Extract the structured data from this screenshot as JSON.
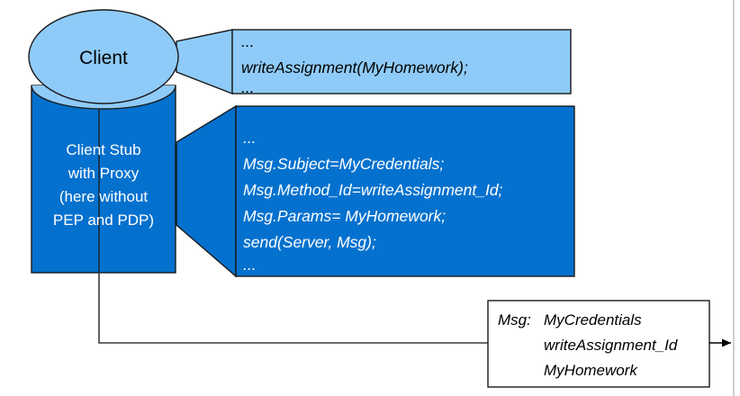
{
  "diagram": {
    "title": "Client stub with proxy RPC message flow",
    "colors": {
      "light_blue": "#8fcbf8",
      "dark_blue": "#0571ce",
      "outline": "#1a1a1a",
      "white": "#ffffff",
      "black": "#000000"
    },
    "client_node": {
      "label": "Client",
      "shape": "ellipse"
    },
    "stub_node": {
      "shape": "cylinder",
      "lines": [
        "Client Stub",
        "with Proxy",
        "(here without",
        "PEP and PDP)"
      ]
    },
    "callout_client_code": {
      "fill": "light_blue",
      "lines": [
        "...",
        "writeAssignment(MyHomework);",
        "..."
      ]
    },
    "callout_stub_code": {
      "fill": "dark_blue",
      "lines": [
        "...",
        "Msg.Subject=MyCredentials;",
        "Msg.Method_Id=writeAssignment_Id;",
        "Msg.Params= MyHomework;",
        "send(Server, Msg);",
        "..."
      ]
    },
    "message_box": {
      "label": "Msg:",
      "values": [
        "MyCredentials",
        "writeAssignment_Id",
        "MyHomework"
      ]
    },
    "connector": {
      "name": "stub-to-message-connector",
      "arrow_direction": "right"
    }
  }
}
